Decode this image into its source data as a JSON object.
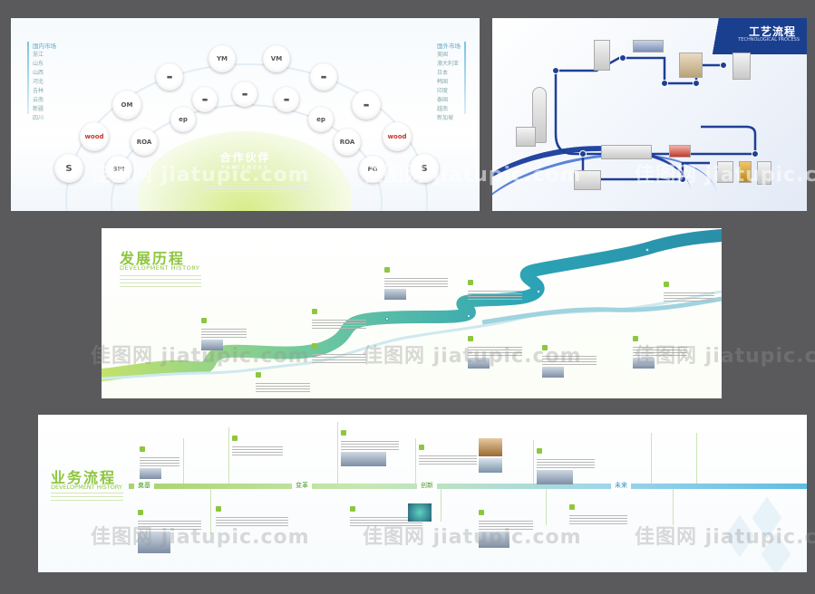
{
  "watermark": "佳图网 jiatupic.com",
  "partners": {
    "title": "合作伙伴",
    "subtitle": "PARTENERS",
    "domestic": {
      "header": "国内市场",
      "items": [
        "浙江",
        "山东",
        "山西",
        "河北",
        "吉林",
        "云南",
        "新疆",
        "四川"
      ]
    },
    "foreign": {
      "header": "国外市场",
      "items": [
        "美国",
        "澳大利亚",
        "日本",
        "韩国",
        "印度",
        "泰国",
        "越南",
        "新加坡"
      ]
    },
    "logos": [
      {
        "name": "ym-logo",
        "text": "YM"
      },
      {
        "name": "vm-logo",
        "text": "VM"
      },
      {
        "name": "logo-3",
        "text": "▬"
      },
      {
        "name": "logo-4",
        "text": "▬"
      },
      {
        "name": "om-logo",
        "text": "OM"
      },
      {
        "name": "logo-6",
        "text": "▬"
      },
      {
        "name": "logo-7",
        "text": "▬"
      },
      {
        "name": "logo-8",
        "text": "▬"
      },
      {
        "name": "ep-logo",
        "text": "ep"
      },
      {
        "name": "ep2-logo",
        "text": "ep"
      },
      {
        "name": "logo-11",
        "text": "▬"
      },
      {
        "name": "wood-logo",
        "text": "wood"
      },
      {
        "name": "roa-logo",
        "text": "ROA"
      },
      {
        "name": "roa2-logo",
        "text": "ROA"
      },
      {
        "name": "wood2-logo",
        "text": "wood"
      },
      {
        "name": "s-logo",
        "text": "S"
      },
      {
        "name": "spi-logo",
        "text": "SPI"
      },
      {
        "name": "pg-logo",
        "text": "PG"
      },
      {
        "name": "s2-logo",
        "text": "S"
      }
    ]
  },
  "process": {
    "title": "工艺流程",
    "subtitle": "TECHNOLOGICAL PROCESS"
  },
  "history": {
    "title": "发展历程",
    "subtitle": "DEVELOPMENT HISTORY"
  },
  "business": {
    "title": "业务流程",
    "subtitle": "DEVELOPMENT HISTORY",
    "phases": [
      "奠基",
      "变革",
      "创新",
      "未来"
    ]
  },
  "colors": {
    "accent_green": "#8ec63f",
    "river_teal": "#2a9db3",
    "process_blue": "#1b3f8f"
  }
}
